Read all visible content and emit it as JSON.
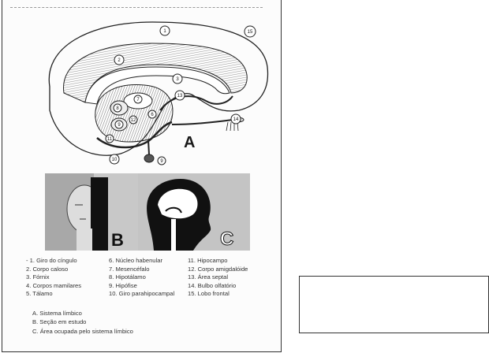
{
  "figure": {
    "panel_letters": {
      "a": "A",
      "b": "B",
      "c": "C"
    },
    "diagram_numbers": [
      "1",
      "2",
      "3",
      "8",
      "7",
      "9",
      "6",
      "12",
      "11",
      "13",
      "14",
      "15",
      "10",
      "9"
    ],
    "legend": [
      {
        "num": "1",
        "label": "Giro do cíngulo"
      },
      {
        "num": "2",
        "label": "Corpo caloso"
      },
      {
        "num": "3",
        "label": "Fórnix"
      },
      {
        "num": "4",
        "label": "Corpos mamilares"
      },
      {
        "num": "5",
        "label": "Tálamo"
      },
      {
        "num": "6",
        "label": "Núcleo habenular"
      },
      {
        "num": "7",
        "label": "Mesencéfalo"
      },
      {
        "num": "8",
        "label": "Hipotálamo"
      },
      {
        "num": "9",
        "label": "Hipófise"
      },
      {
        "num": "10",
        "label": "Giro parahipocampal"
      },
      {
        "num": "11",
        "label": "Hipocampo"
      },
      {
        "num": "12",
        "label": "Corpo amigdalóide"
      },
      {
        "num": "13",
        "label": "Área septal"
      },
      {
        "num": "14",
        "label": "Bulbo olfatório"
      },
      {
        "num": "15",
        "label": "Lobo frontal"
      }
    ],
    "legend_rows": [
      [
        "- 1. Giro do cíngulo",
        "6. Núcleo habenular",
        "11. Hipocampo"
      ],
      [
        "2. Corpo caloso",
        "7. Mesencéfalo",
        "12. Corpo amigdalóide"
      ],
      [
        "3. Fórnix",
        "8. Hipotálamo",
        "13. Área septal"
      ],
      [
        "4. Corpos mamilares",
        "9. Hipófise",
        "14. Bulbo olfatório"
      ],
      [
        "5. Tálamo",
        "10. Giro parahipocampal",
        "15. Lobo frontal"
      ]
    ],
    "panel_key": [
      "A. Sistema límbico",
      "B. Seção em estudo",
      "C. Área ocupada pelo sistema límbico"
    ]
  },
  "colors": {
    "ink": "#1a1a1a",
    "paper": "#fcfcfc",
    "photo_grey": "#9a9a9a"
  }
}
